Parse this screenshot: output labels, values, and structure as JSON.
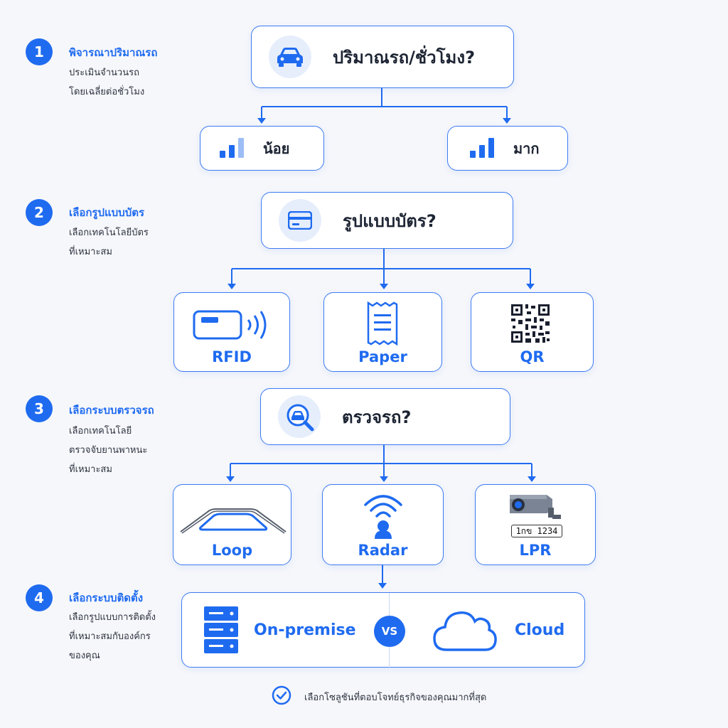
{
  "colors": {
    "accent": "#1f6bf0",
    "light_accent": "#e6eefc",
    "text": "#1d2433"
  },
  "steps": [
    {
      "number": "1",
      "title": "พิจารณาปริมาณรถ",
      "desc_lines": [
        "ประเมินจำนวนรถ",
        "โดยเฉลี่ยต่อชั่วโมง"
      ]
    },
    {
      "number": "2",
      "title": "เลือกรูปแบบบัตร",
      "desc_lines": [
        "เลือกเทคโนโลยีบัตร",
        "ที่เหมาะสม"
      ]
    },
    {
      "number": "3",
      "title": "เลือกระบบตรวจรถ",
      "desc_lines": [
        "เลือกเทคโนโลยี",
        "ตรวจจับยานพาหนะ",
        "ที่เหมาะสม"
      ]
    },
    {
      "number": "4",
      "title": "เลือกระบบติดตั้ง",
      "desc_lines": [
        "เลือกรูปแบบการติดตั้ง",
        "ที่เหมาะสมกับองค์กร",
        "ของคุณ"
      ]
    }
  ],
  "questions": {
    "volume": {
      "text": "ปริมาณรถ/ชั่วโมง?",
      "icon": "car-icon"
    },
    "card": {
      "text": "รูปแบบบัตร?",
      "icon": "card-icon"
    },
    "detect": {
      "text": "ตรวจรถ?",
      "icon": "car-search-icon"
    }
  },
  "volume_options": [
    {
      "label": "น้อย",
      "icon": "signal-low-icon"
    },
    {
      "label": "มาก",
      "icon": "signal-high-icon"
    }
  ],
  "card_options": [
    {
      "label": "RFID",
      "icon": "rfid-card-icon"
    },
    {
      "label": "Paper",
      "icon": "paper-ticket-icon"
    },
    {
      "label": "QR",
      "icon": "qr-code-icon"
    }
  ],
  "detect_options": [
    {
      "label": "Loop",
      "icon": "loop-detector-icon"
    },
    {
      "label": "Radar",
      "icon": "radar-icon"
    },
    {
      "label": "LPR",
      "icon": "lpr-camera-icon",
      "plate": "1กข 1234"
    }
  ],
  "deploy": {
    "left": "On-premise",
    "vs": "VS",
    "right": "Cloud"
  },
  "footer": {
    "text": "เลือกโซลูชันที่ตอบโจทย์ธุรกิจของคุณมากที่สุด"
  }
}
